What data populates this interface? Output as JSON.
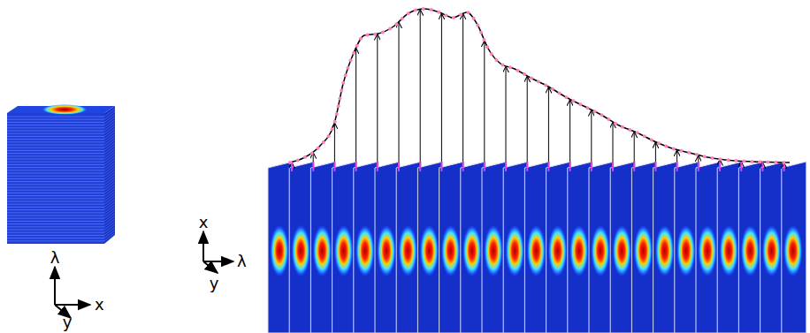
{
  "diagram": {
    "labels": [
      "λ",
      "x",
      "y",
      "x",
      "λ",
      "y"
    ]
  }
}
